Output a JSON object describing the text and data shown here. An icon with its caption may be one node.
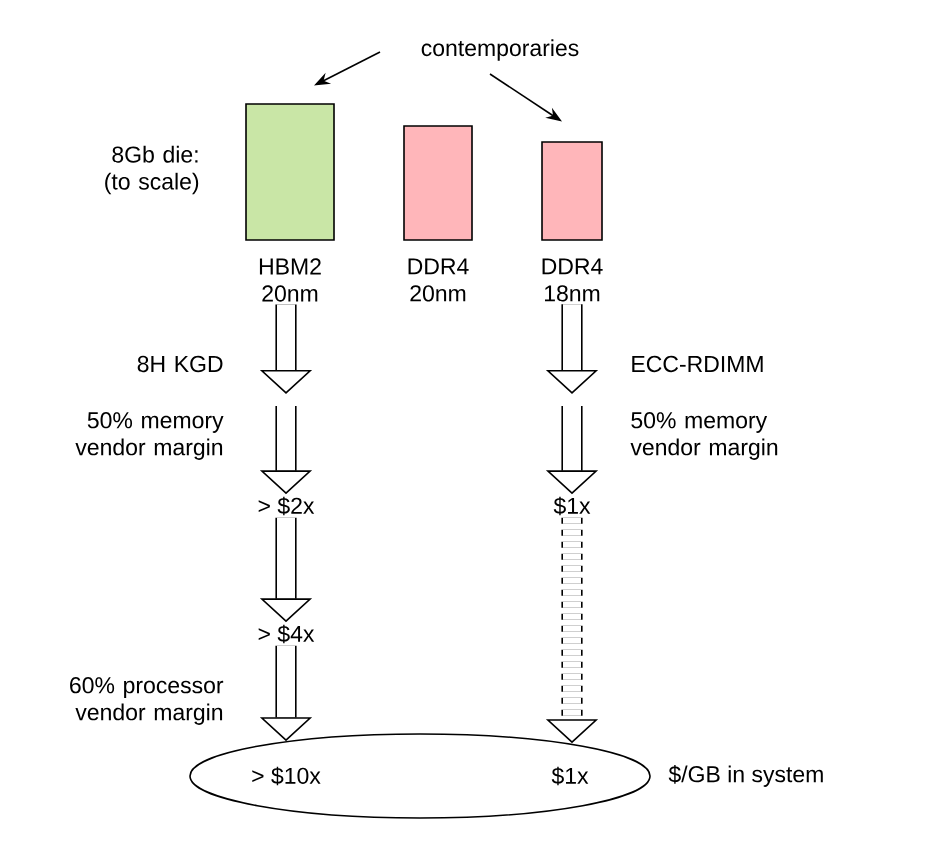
{
  "diagram": {
    "nodes": [
      {
        "text": [
          "contemporaries"
        ]
      },
      {
        "text": [
          "HBM2 20nm"
        ]
      },
      {
        "text": [
          "DDR4 20nm"
        ]
      },
      {
        "text": [
          "DDR4 18nm"
        ]
      },
      {
        "text": [
          "> $2x"
        ]
      },
      {
        "text": [
          "$1x"
        ]
      },
      {
        "text": [
          "> $4x"
        ]
      },
      {
        "text": [
          "> $10x",
          "$1x"
        ],
        "beside": [
          "$/GB in system"
        ]
      }
    ],
    "edges": [
      {
        "from": 0,
        "to": 1,
        "arrow": "to"
      },
      {
        "from": 0,
        "to": 3,
        "arrow": "to"
      },
      {
        "from": 1,
        "to": null,
        "arrow": "to",
        "label": "8H KGD"
      },
      {
        "from": null,
        "to": 4,
        "arrow": "to",
        "label": "50% memory vendor margin"
      },
      {
        "from": 3,
        "to": null,
        "arrow": "to",
        "label": "ECC-RDIMM"
      },
      {
        "from": null,
        "to": 5,
        "arrow": "to",
        "label": "50% memory vendor margin"
      },
      {
        "from": 4,
        "to": 6,
        "arrow": "to"
      },
      {
        "from": 6,
        "to": 7,
        "arrow": "to",
        "label": "60% processor vendor margin"
      },
      {
        "from": 5,
        "to": 7,
        "arrow": "to",
        "style": "dashed"
      }
    ],
    "labels": [
      "8Gb die: (to scale)"
    ]
  }
}
